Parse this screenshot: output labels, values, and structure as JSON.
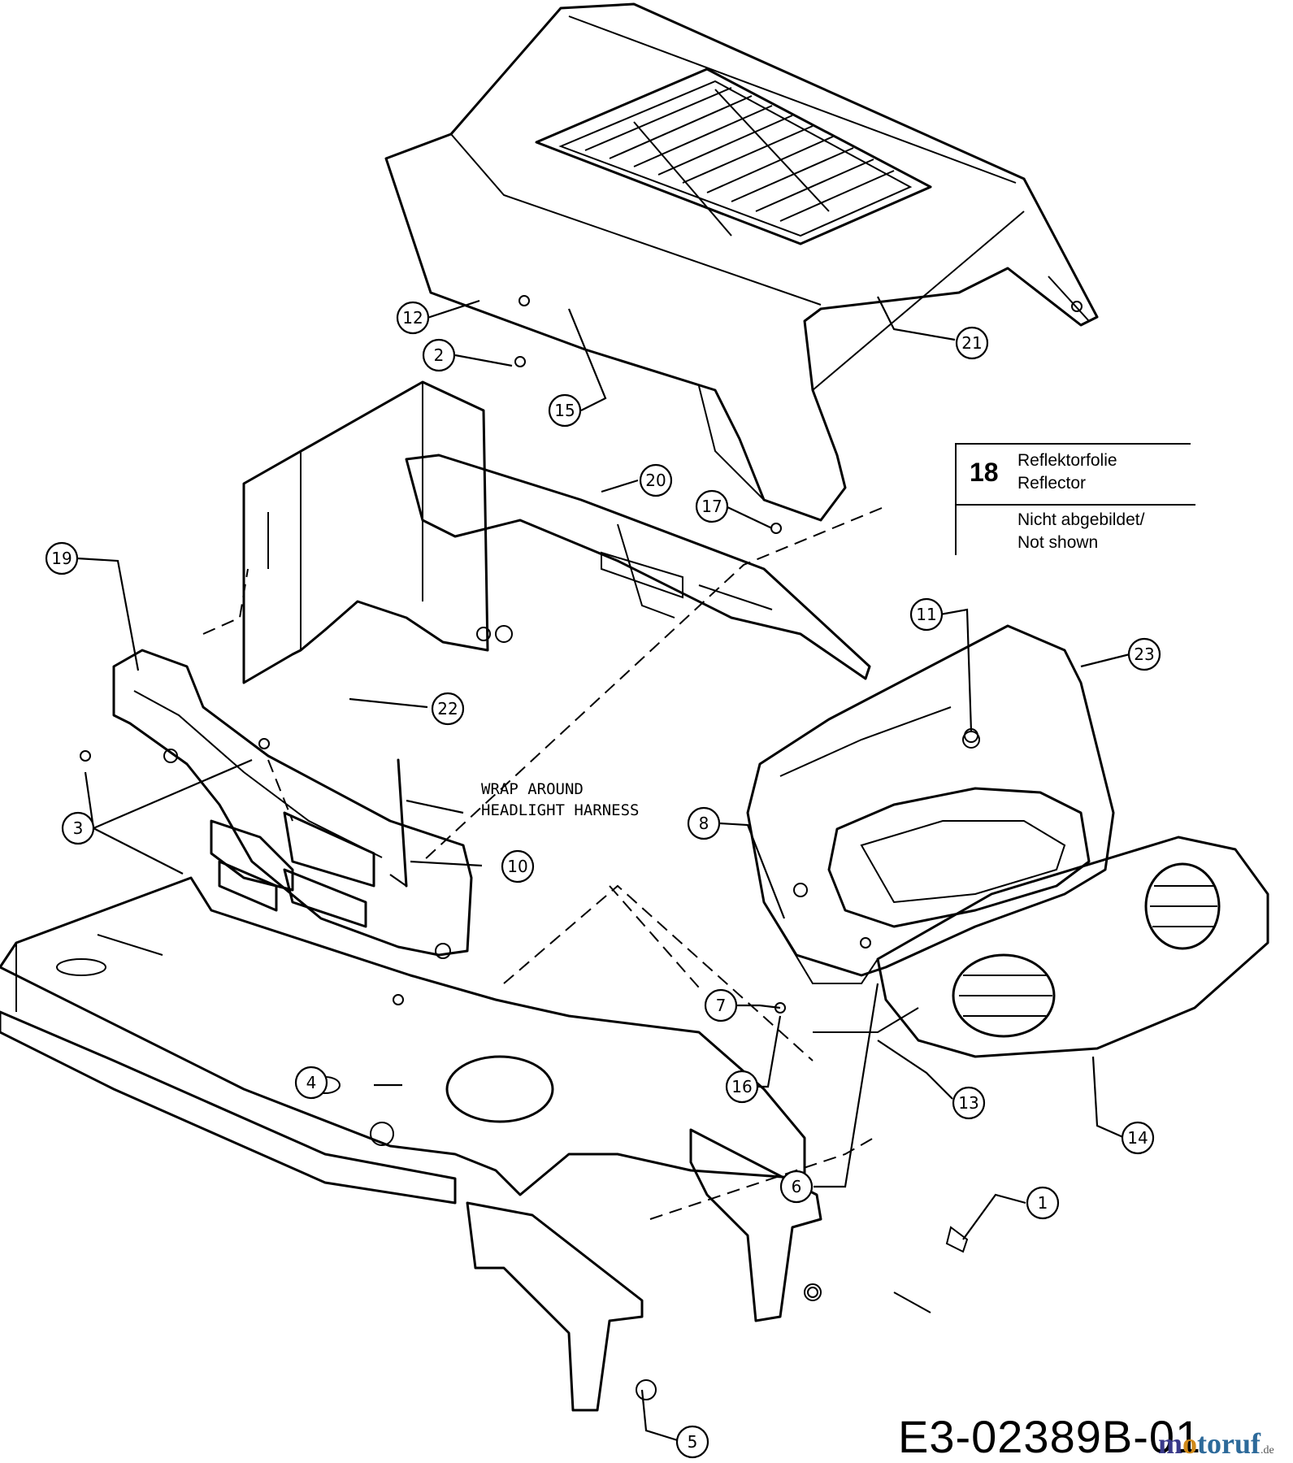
{
  "diagram": {
    "callouts": [
      {
        "id": "c1",
        "label": "1"
      },
      {
        "id": "c2",
        "label": "2"
      },
      {
        "id": "c3",
        "label": "3"
      },
      {
        "id": "c4",
        "label": "4"
      },
      {
        "id": "c5",
        "label": "5"
      },
      {
        "id": "c6",
        "label": "6"
      },
      {
        "id": "c7",
        "label": "7"
      },
      {
        "id": "c8",
        "label": "8"
      },
      {
        "id": "c10",
        "label": "10"
      },
      {
        "id": "c11",
        "label": "11"
      },
      {
        "id": "c12",
        "label": "12"
      },
      {
        "id": "c13",
        "label": "13"
      },
      {
        "id": "c14",
        "label": "14"
      },
      {
        "id": "c15",
        "label": "15"
      },
      {
        "id": "c16",
        "label": "16"
      },
      {
        "id": "c17",
        "label": "17"
      },
      {
        "id": "c19",
        "label": "19"
      },
      {
        "id": "c20",
        "label": "20"
      },
      {
        "id": "c21",
        "label": "21"
      },
      {
        "id": "c22",
        "label": "22"
      },
      {
        "id": "c23",
        "label": "23"
      }
    ],
    "harness_note": {
      "line1": "WRAP AROUND",
      "line2": "HEADLIGHT HARNESS"
    },
    "legend": {
      "number": "18",
      "de_name": "Reflektorfolie",
      "en_name": "Reflector",
      "de_note": "Nicht abgebildet/",
      "en_note": "Not shown"
    },
    "drawing_code": "E3-02389B-01",
    "watermark": {
      "m": "m",
      "o": "o",
      "rest": "toruf",
      "tld": ".de"
    }
  }
}
